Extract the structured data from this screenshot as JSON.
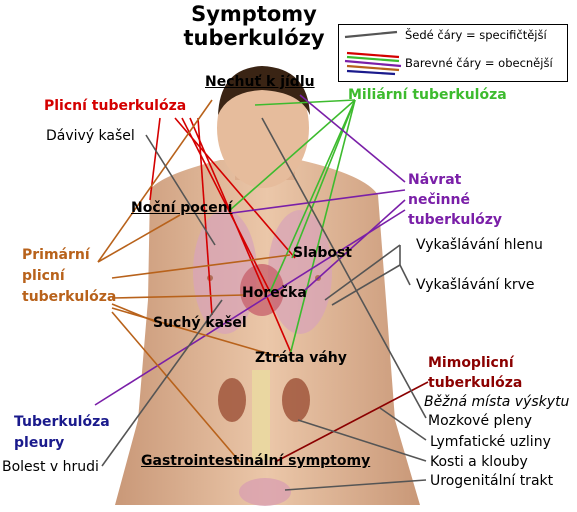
{
  "title": "Symptomy tuberkulózy",
  "legend": {
    "gray_label": "Šedé čáry = specifičtější",
    "color_label": "Barevné čáry = obecnější"
  },
  "symptoms": {
    "appetite": "Nechuť k jídlu",
    "night_sweats": "Noční pocení",
    "weakness": "Slabost",
    "fever": "Horečka",
    "dry_cough": "Suchý kašel",
    "weight_loss": "Ztráta váhy",
    "gi": "Gastrointestinální symptomy"
  },
  "categories": {
    "pulmonary": "Plicní tuberkulóza",
    "miliary": "Miliární tuberkulóza",
    "reactivation_1": "Návrat",
    "reactivation_2": "nečinné",
    "reactivation_3": "tuberkulózy",
    "primary_1": "Primární",
    "primary_2": "plicní",
    "primary_3": "tuberkulóza",
    "pleural_1": "Tuberkulóza",
    "pleural_2": "pleury",
    "extra_1": "Mimoplicní",
    "extra_2": "tuberkulóza",
    "extra_sub": "Běžná místa výskytu"
  },
  "specifics": {
    "productive_cough": "Dávivý kašel",
    "sputum": "Vykašlávání hlenu",
    "blood": "Vykašlávání krve",
    "chest_pain": "Bolest v hrudi",
    "meninges": "Mozkové pleny",
    "lymph": "Lymfatické uzliny",
    "bones": "Kosti a klouby",
    "urogenital": "Urogenitální trakt"
  },
  "colors": {
    "red": "#d40000",
    "green": "#3dbb2e",
    "purple": "#7a1fa8",
    "orange": "#b8621b",
    "navy": "#1a1a8c",
    "maroon": "#8b0000",
    "gray": "#555555"
  }
}
